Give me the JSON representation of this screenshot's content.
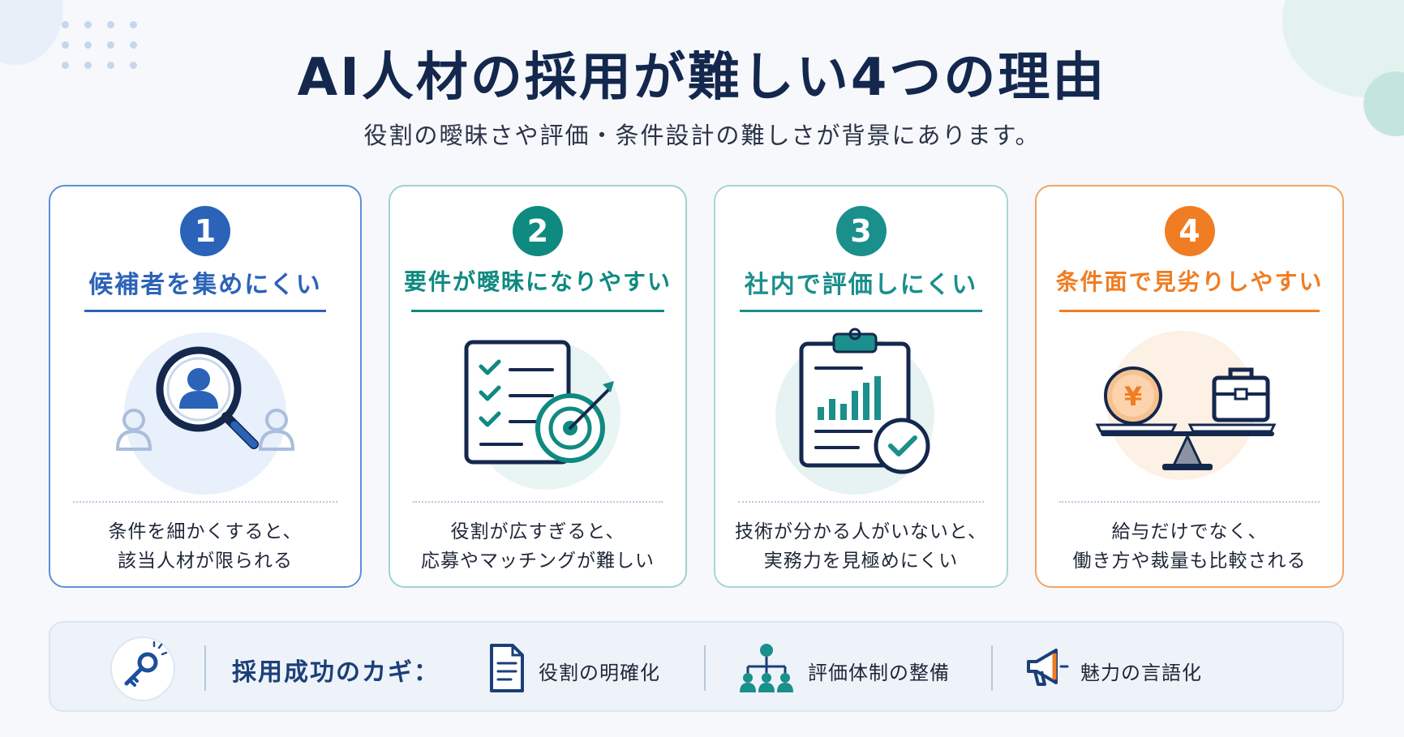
{
  "title": "AI人材の採用が難しい4つの理由",
  "subtitle": "役割の曖昧さや評価・条件設計の難しさが背景にあります。",
  "colors": {
    "blue": "#2b63b8",
    "teal_dark": "#0f8a80",
    "teal": "#1a8f8c",
    "orange": "#f07d23",
    "navy": "#14284e"
  },
  "cards": [
    {
      "number": "1",
      "heading": "候補者を集めにくい",
      "icon": "magnifier-person-icon",
      "desc": [
        "条件を細かくすると、",
        "該当人材が限られる"
      ]
    },
    {
      "number": "2",
      "heading": "要件が曖昧になりやすい",
      "icon": "checklist-target-icon",
      "desc": [
        "役割が広すぎると、",
        "応募やマッチングが難しい"
      ]
    },
    {
      "number": "3",
      "heading": "社内で評価しにくい",
      "icon": "clipboard-chart-check-icon",
      "desc": [
        "技術が分かる人がいないと、",
        "実務力を見極めにくい"
      ]
    },
    {
      "number": "4",
      "heading": "条件面で見劣りしやすい",
      "icon": "balance-yen-briefcase-icon",
      "desc": [
        "給与だけでなく、",
        "働き方や裁量も比較される"
      ]
    }
  ],
  "footer": {
    "key_icon": "key-icon",
    "label": "採用成功のカギ：",
    "items": [
      {
        "icon": "document-icon",
        "label": "役割の明確化"
      },
      {
        "icon": "org-chart-icon",
        "label": "評価体制の整備"
      },
      {
        "icon": "megaphone-icon",
        "label": "魅力の言語化"
      }
    ]
  },
  "yen_symbol": "¥"
}
